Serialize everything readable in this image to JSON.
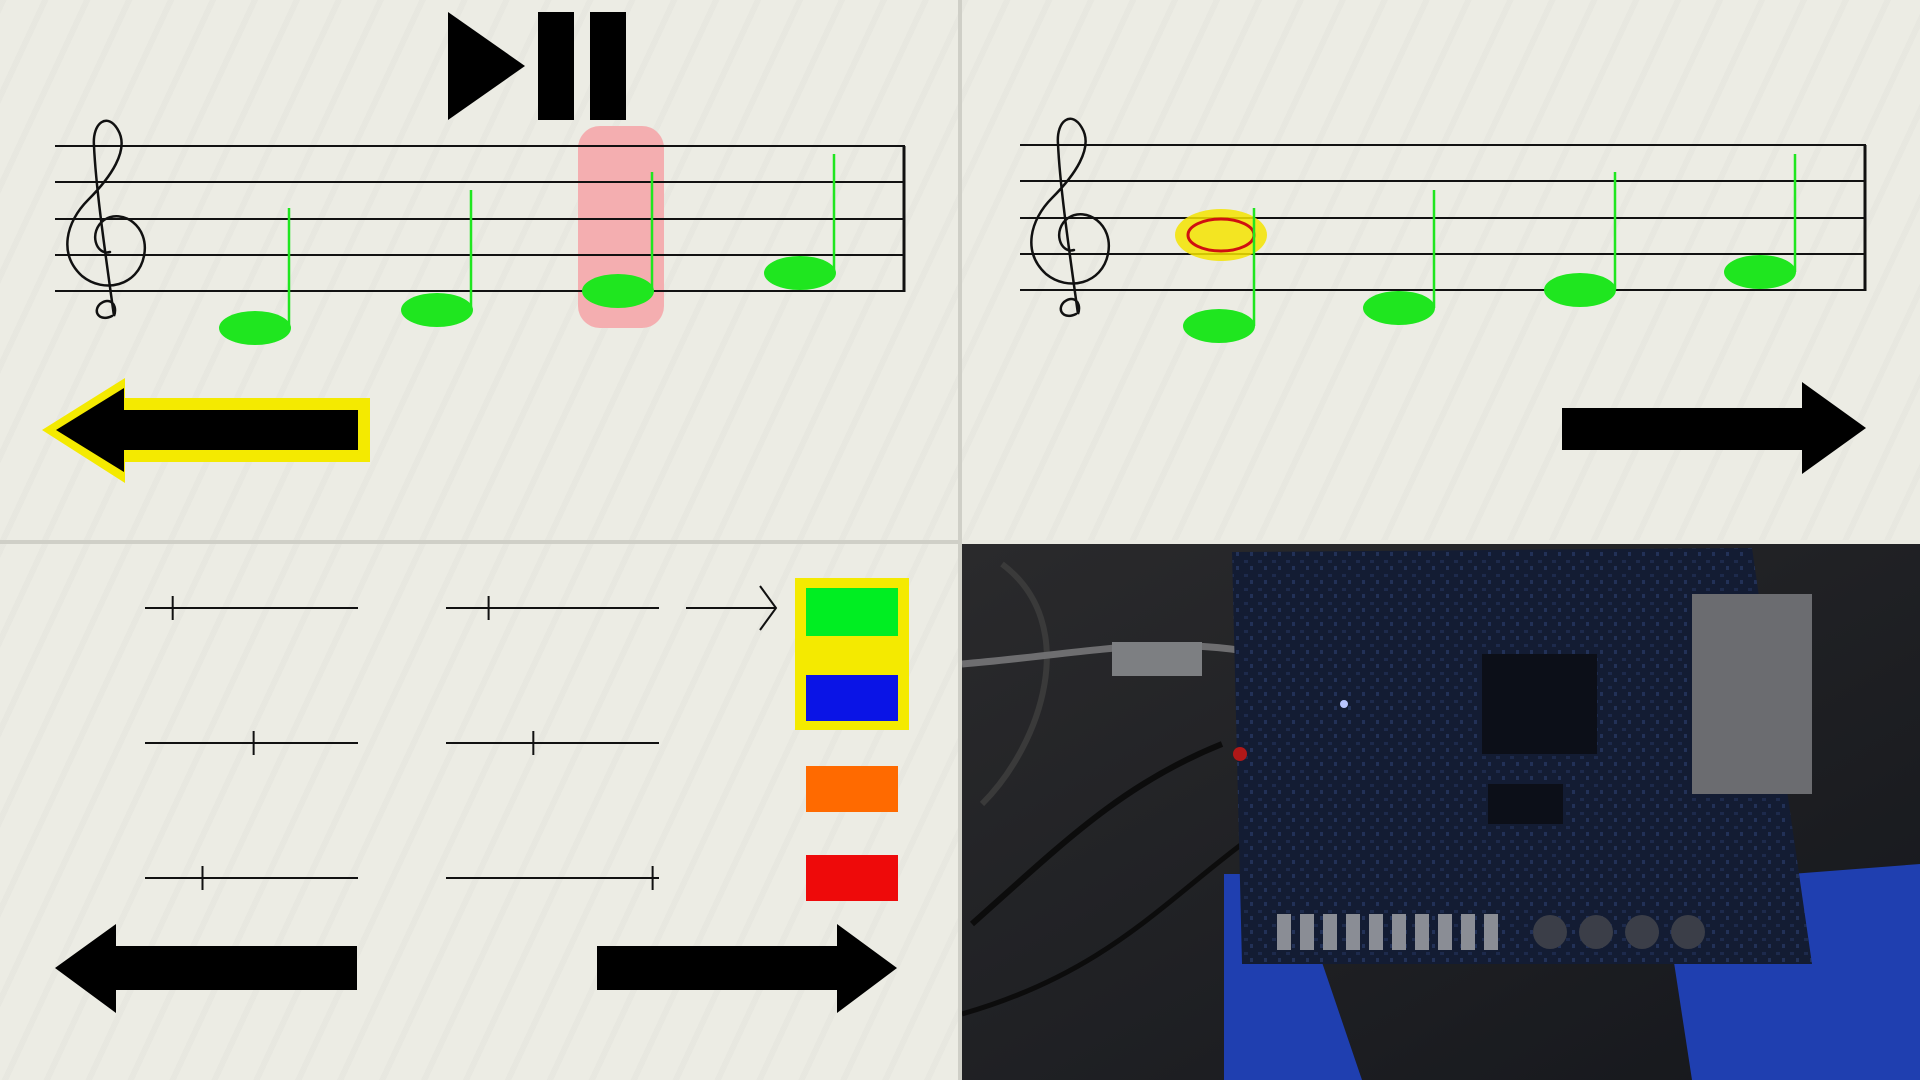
{
  "colors": {
    "note": "#1fe61f",
    "staff": "#111111",
    "highlight": "#f4aeb0",
    "selected_frame": "#f4ea00",
    "ring": "#d01010",
    "ring_glow": "#f4e400"
  },
  "icons": {
    "play_pause": "play-pause-icon",
    "back": "arrow-left-icon",
    "forward": "arrow-right-icon",
    "clef": "treble-clef-icon",
    "pointer": "chevron-right-icon"
  },
  "color_swatches": [
    {
      "name": "green",
      "color": "#00ee22",
      "selected": true
    },
    {
      "name": "blue",
      "color": "#0a14e6",
      "selected": true
    },
    {
      "name": "orange",
      "color": "#ff6a00",
      "selected": false
    },
    {
      "name": "red",
      "color": "#ee0a0a",
      "selected": false
    }
  ],
  "sliders": [
    {
      "value": 0.13
    },
    {
      "value": 0.41
    },
    {
      "value": 0.27
    },
    {
      "value": 0.2
    },
    {
      "value": 0.51
    },
    {
      "value": 0.97
    }
  ]
}
